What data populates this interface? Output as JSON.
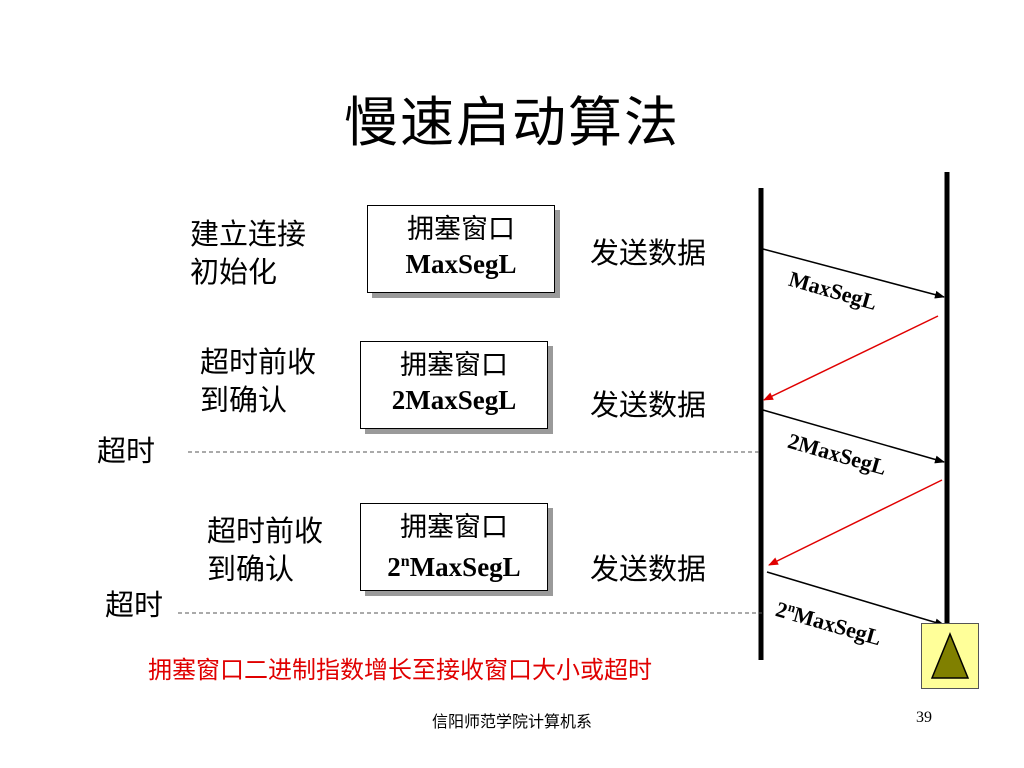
{
  "title": "慢速启动算法",
  "stages": [
    {
      "left_label_1": "建立连接",
      "left_label_2": "初始化",
      "box_line1": "拥塞窗口",
      "box_line2": "MaxSegL",
      "send": "发送数据"
    },
    {
      "left_label_1": "超时前收",
      "left_label_2": "到确认",
      "box_line1": "拥塞窗口",
      "box_line2": "2MaxSegL",
      "send": "发送数据"
    },
    {
      "left_label_1": "超时前收",
      "left_label_2": "到确认",
      "box_line1": "拥塞窗口",
      "box_line2_base": "2",
      "box_line2_sup": "n",
      "box_line2_rest": "MaxSegL",
      "send": "发送数据"
    }
  ],
  "timeout_labels": [
    "超时",
    "超时"
  ],
  "arrow_labels": {
    "a1": "MaxSegL",
    "a2": "2MaxSegL",
    "a3_base": "2",
    "a3_sup": "n",
    "a3_rest": "MaxSegL"
  },
  "note": "拥塞窗口二进制指数增长至接收窗口大小或超时",
  "footer": "信阳师范学院计算机系",
  "page_number": "39",
  "colors": {
    "note": "#e00000",
    "ack_arrow": "#e00000",
    "nav_button": "#ffff99",
    "nav_triangle": "#808000"
  },
  "nav_icon": "triangle-up-icon"
}
